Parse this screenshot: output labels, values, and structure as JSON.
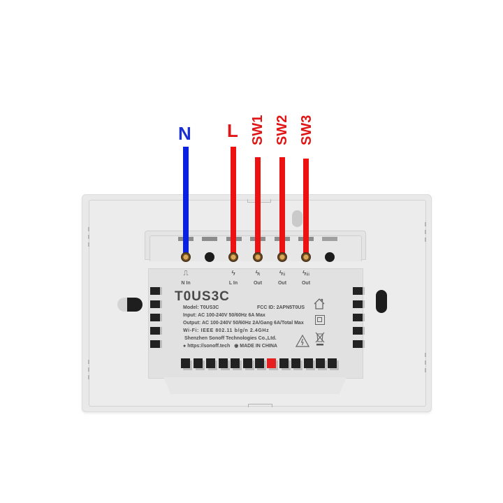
{
  "diagram": {
    "title": "T0US3C wiring diagram",
    "colors": {
      "neutral_wire": "#0a20e0",
      "live_wire": "#ee1111",
      "plate": "#e9e9e9",
      "label_red": "#e01616",
      "label_blue": "#1a2fd6"
    },
    "wire_labels": [
      {
        "id": "N",
        "label": "N",
        "color": "blue"
      },
      {
        "id": "L",
        "label": "L",
        "color": "red"
      },
      {
        "id": "SW1",
        "label": "SW1",
        "color": "red"
      },
      {
        "id": "SW2",
        "label": "SW2",
        "color": "red"
      },
      {
        "id": "SW3",
        "label": "SW3",
        "color": "red"
      }
    ],
    "terminals": [
      {
        "icon": "neutral-symbol",
        "glyph": "⎍",
        "label": "N In"
      },
      {
        "icon": "lightning-symbol",
        "glyph": "ϟ",
        "label": "L In"
      },
      {
        "icon": "lightning-1-symbol",
        "glyph": "ϟᵢ",
        "label": "Out"
      },
      {
        "icon": "lightning-2-symbol",
        "glyph": "ϟᵢᵢ",
        "label": "Out"
      },
      {
        "icon": "lightning-3-symbol",
        "glyph": "ϟᵢᵢᵢ",
        "label": "Out"
      }
    ]
  },
  "device": {
    "model_title": "T0US3C",
    "model": "Model: T0US3C",
    "fcc_id": "FCC ID: 2APN5T0US",
    "input": "Input: AC 100-240V 50/60Hz 6A Max",
    "output": "Output: AC 100-240V 50/60Hz 2A/Gang 6A/Total Max",
    "wifi": "Wi-Fi: IEEE 802.11 b/g/n 2.4GHz",
    "manufacturer": "Shenzhen Sonoff Technologies Co.,Ltd.",
    "website": "https://sonoff.tech",
    "origin": "MADE IN CHINA",
    "icons": [
      "house-icon",
      "double-insulation-icon",
      "warning-high-voltage-icon",
      "weee-bin-icon"
    ]
  }
}
